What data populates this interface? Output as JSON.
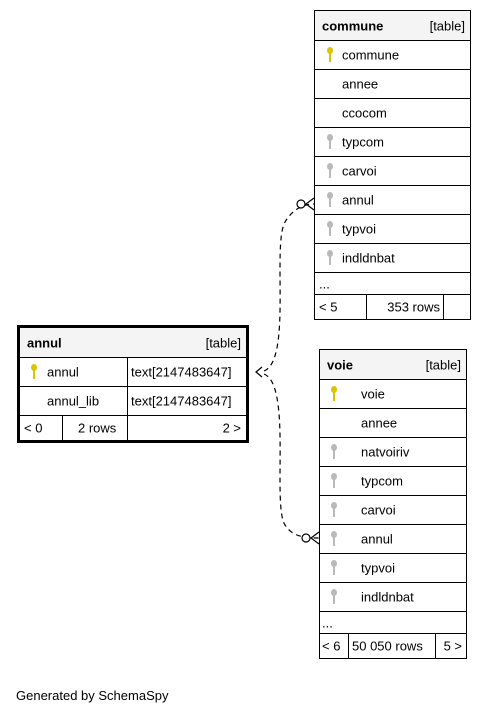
{
  "tables": {
    "commune": {
      "name": "commune",
      "type_label": "[table]",
      "columns": [
        "commune",
        "annee",
        "ccocom",
        "typcom",
        "carvoi",
        "annul",
        "typvoi",
        "indldnbat"
      ],
      "ellipsis": "...",
      "footer": {
        "left": "< 5",
        "rows": "353 rows",
        "right": ""
      }
    },
    "annul": {
      "name": "annul",
      "type_label": "[table]",
      "columns": [
        {
          "name": "annul",
          "type": "text[2147483647]"
        },
        {
          "name": "annul_lib",
          "type": "text[2147483647]"
        }
      ],
      "footer": {
        "left": "< 0",
        "rows": "2 rows",
        "right": "2 >"
      }
    },
    "voie": {
      "name": "voie",
      "type_label": "[table]",
      "columns": [
        "voie",
        "annee",
        "natvoiriv",
        "typcom",
        "carvoi",
        "annul",
        "typvoi",
        "indldnbat"
      ],
      "ellipsis": "...",
      "footer": {
        "left": "< 6",
        "rows": "50 050 rows",
        "right": "5 >"
      }
    }
  },
  "key_icons": {
    "primary": "primary-key-icon",
    "foreign": "foreign-key-icon"
  },
  "colors": {
    "primary_key": "#d9c400",
    "foreign_key": "#b9b9b9",
    "header_bg": "#f4f4f4"
  },
  "generated_by": "Generated by SchemaSpy"
}
